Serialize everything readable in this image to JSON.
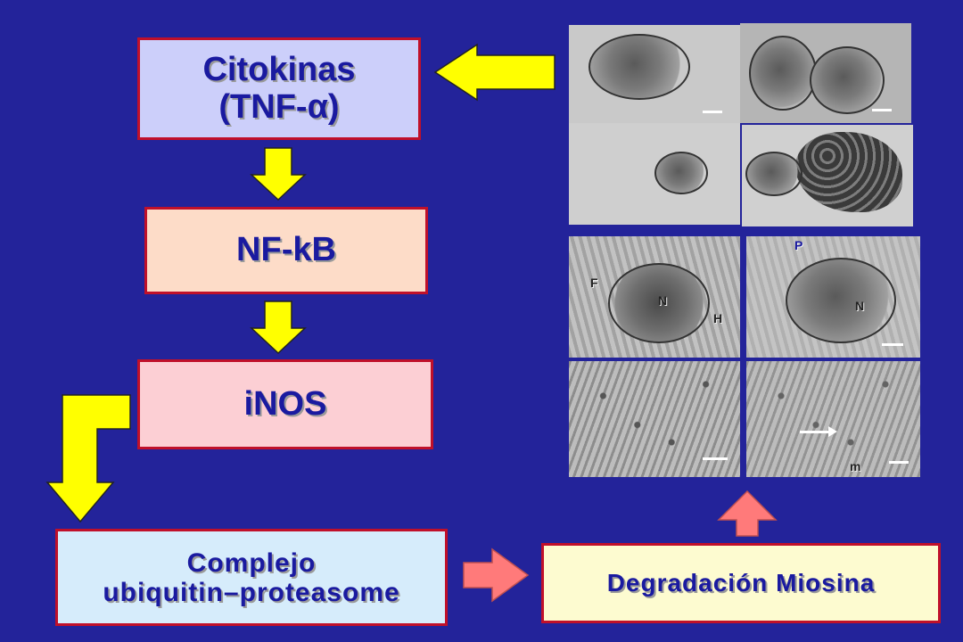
{
  "boxes": {
    "citokinas_line1": "Citokinas",
    "citokinas_line2": "(TNF-α)",
    "nfkb": "NF-kB",
    "inos": "iNOS",
    "complejo_line1": "Complejo",
    "complejo_line2": "ubiquitin–proteasome",
    "degradacion": "Degradación Miosina"
  },
  "micrograph_labels": {
    "f": "F",
    "n1": "N",
    "h": "H",
    "p": "P",
    "n2": "N",
    "m": "m"
  },
  "colors": {
    "background": "#23239a",
    "text": "#1a1aa0",
    "border": "#c0102a",
    "arrow_yellow": "#ffff00",
    "arrow_pink": "#ff7a7a"
  }
}
